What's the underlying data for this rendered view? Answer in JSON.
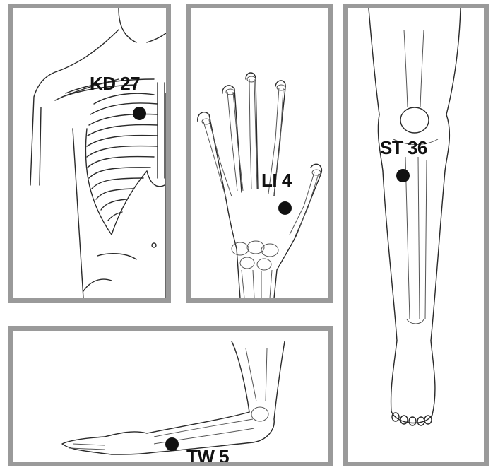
{
  "panels": [
    {
      "name": "chest",
      "point_label": "KD 27"
    },
    {
      "name": "hand",
      "point_label": "LI 4"
    },
    {
      "name": "leg",
      "point_label": "ST 36"
    },
    {
      "name": "forearm",
      "point_label": "TW 5"
    }
  ],
  "colors": {
    "border": "#9a9a9a",
    "marker": "#111111",
    "line": "#2a2a2a"
  }
}
